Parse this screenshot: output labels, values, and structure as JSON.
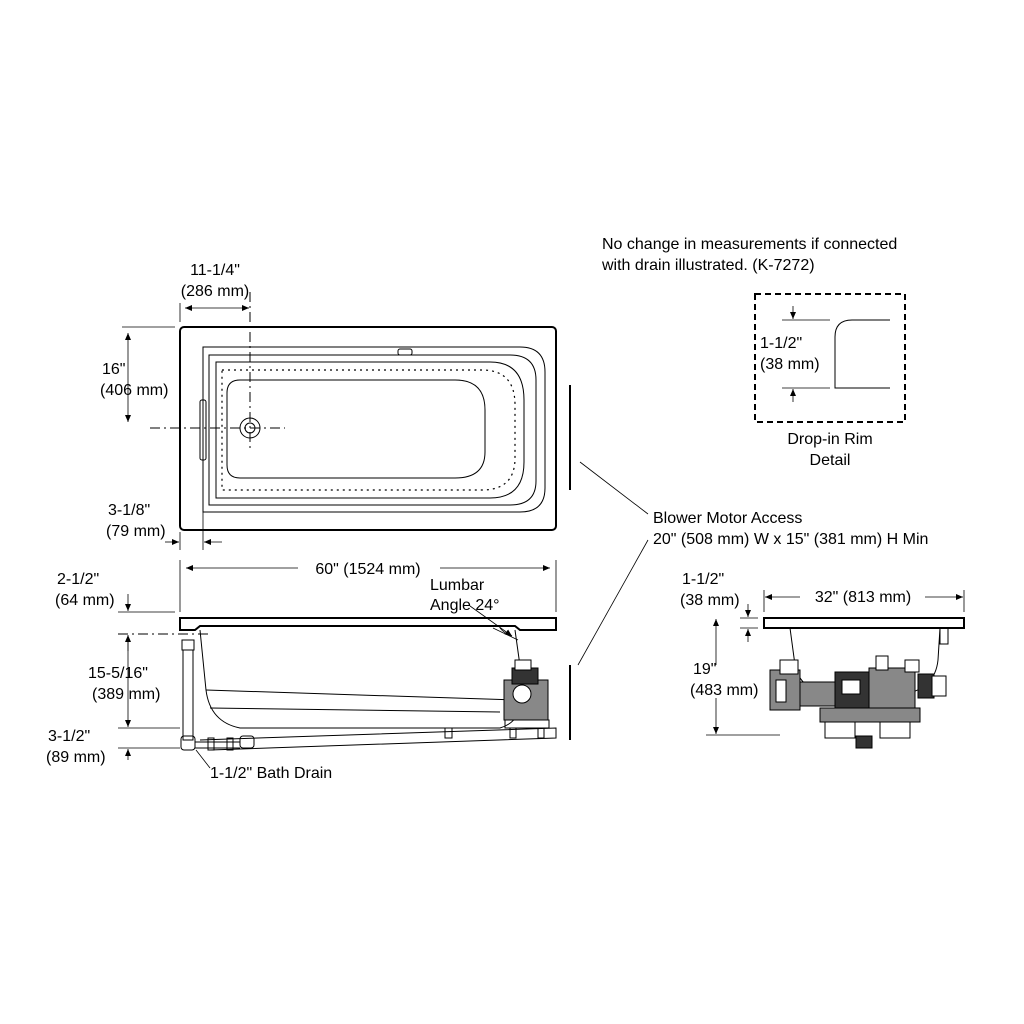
{
  "note": {
    "line1": "No change in measurements if connected",
    "line2": "with drain illustrated. (K-7272)"
  },
  "rim_detail": {
    "dim_line1": "1-1/2\"",
    "dim_line2": "(38 mm)",
    "caption_line1": "Drop-in Rim",
    "caption_line2": "Detail"
  },
  "top_view": {
    "drain_offset_line1": "11-1/4\"",
    "drain_offset_line2": "(286 mm)",
    "drain_center_line1": "16\"",
    "drain_center_line2": "(406 mm)",
    "rim_width_line1": "3-1/8\"",
    "rim_width_line2": "(79 mm)"
  },
  "blower": {
    "line1": "Blower Motor Access",
    "line2": "20\" (508 mm) W x 15\" (381 mm) H Min"
  },
  "side_view": {
    "length": "60\" (1524 mm)",
    "rim_height_line1": "2-1/2\"",
    "rim_height_line2": "(64 mm)",
    "lumbar_line1": "Lumbar",
    "lumbar_line2": "Angle 24°",
    "depth_line1": "15-5/16\"",
    "depth_line2": "(389 mm)",
    "drain_height_line1": "3-1/2\"",
    "drain_height_line2": "(89 mm)",
    "drain_label": "1-1/2\" Bath Drain"
  },
  "end_view": {
    "rim_line1": "1-1/2\"",
    "rim_line2": "(38 mm)",
    "width": "32\" (813 mm)",
    "height_line1": "19\"",
    "height_line2": "(483 mm)"
  }
}
